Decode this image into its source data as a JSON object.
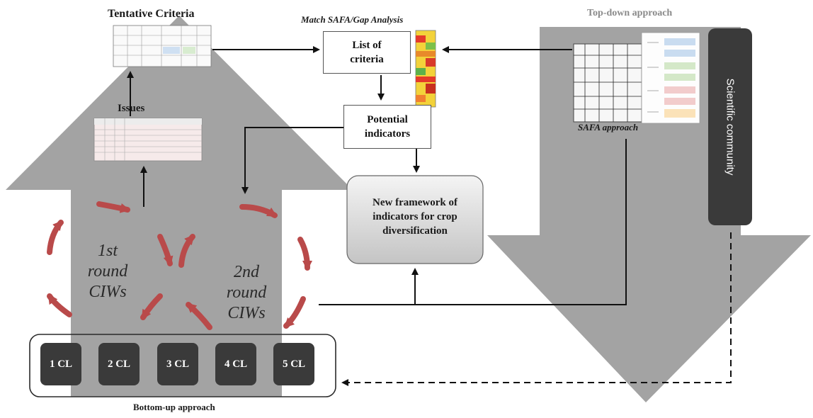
{
  "labels": {
    "tentative_criteria": "Tentative Criteria",
    "match_safa": "Match SAFA/Gap Analysis",
    "top_down": "Top-down approach",
    "issues": "Issues",
    "safa_approach": "SAFA approach",
    "bottom_up": "Bottom-up approach"
  },
  "boxes": {
    "list_of_criteria": "List of criteria",
    "potential_indicators": "Potential indicators",
    "new_framework": "New framework of indicators for crop diversification",
    "scientific_community": "Scientific community"
  },
  "rounds": {
    "first": [
      "1st",
      "round",
      "CIWs"
    ],
    "second": [
      "2nd",
      "round",
      "CIWs"
    ]
  },
  "case_labs": [
    "1 CL",
    "2 CL",
    "3 CL",
    "4 CL",
    "5 CL"
  ],
  "colors": {
    "arrow_gray": "#a3a3a3",
    "dark_box": "#3a3a3a",
    "cycle_red": "#b94a4a",
    "framework_fill": "#d9d9d9"
  }
}
